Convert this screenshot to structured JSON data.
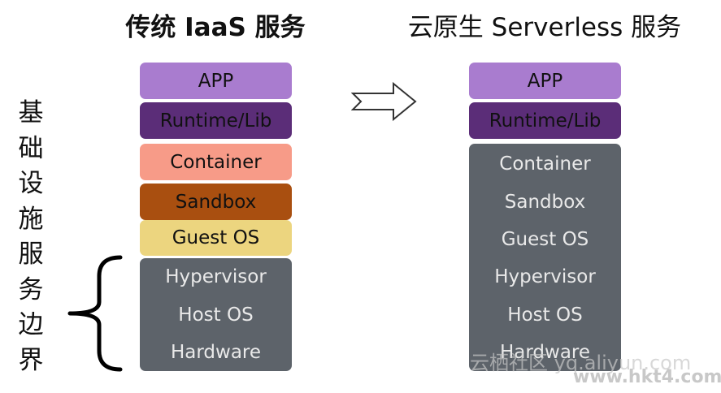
{
  "titles": {
    "left": "传统 IaaS 服务",
    "right": "云原生 Serverless 服务"
  },
  "boundary_label": [
    "基",
    "础",
    "设",
    "施",
    "服",
    "务",
    "边",
    "界"
  ],
  "left_stack": [
    {
      "label": "APP",
      "bg": "#a97ccf",
      "fg": "#111111"
    },
    {
      "label": "Runtime/Lib",
      "bg": "#5b2d78",
      "fg": "#111111"
    },
    {
      "label": "Container",
      "bg": "#f79b88",
      "fg": "#111111"
    },
    {
      "label": "Sandbox",
      "bg": "#a94f10",
      "fg": "#111111"
    },
    {
      "label": "Guest OS",
      "bg": "#ecd57f",
      "fg": "#111111"
    },
    {
      "label": "Hypervisor",
      "bg": "#5d636a",
      "fg": "#e9e9e9"
    },
    {
      "label": "Host OS",
      "bg": "#5d636a",
      "fg": "#e9e9e9"
    },
    {
      "label": "Hardware",
      "bg": "#5d636a",
      "fg": "#e9e9e9"
    }
  ],
  "right_stack": [
    {
      "label": "APP",
      "bg": "#a97ccf",
      "fg": "#111111"
    },
    {
      "label": "Runtime/Lib",
      "bg": "#5b2d78",
      "fg": "#111111"
    },
    {
      "label": "Container",
      "bg": "#5d636a",
      "fg": "#e9e9e9"
    },
    {
      "label": "Sandbox",
      "bg": "#5d636a",
      "fg": "#e9e9e9"
    },
    {
      "label": "Guest OS",
      "bg": "#5d636a",
      "fg": "#e9e9e9"
    },
    {
      "label": "Hypervisor",
      "bg": "#5d636a",
      "fg": "#e9e9e9"
    },
    {
      "label": "Host OS",
      "bg": "#5d636a",
      "fg": "#e9e9e9"
    },
    {
      "label": "Hardware",
      "bg": "#5d636a",
      "fg": "#e9e9e9"
    }
  ],
  "watermarks": {
    "aliyun": "云栖社区 yq.aliyun.com",
    "hkt": "www.hkt4.com"
  }
}
